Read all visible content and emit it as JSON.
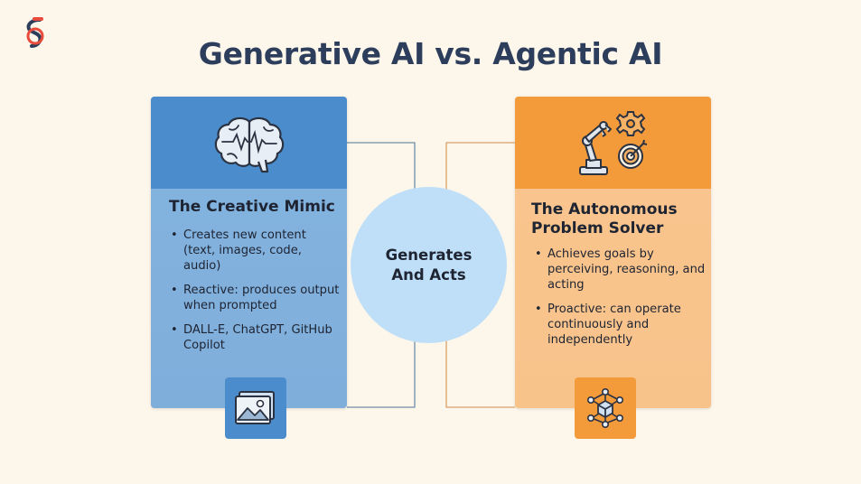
{
  "title": "Generative AI vs. Agentic AI",
  "center": {
    "label": "Generates\nAnd Acts"
  },
  "left_card": {
    "heading": "The Creative Mimic",
    "points": [
      "Creates new content (text, images, code, audio)",
      "Reactive: produces output when prompted",
      "DALL-E, ChatGPT, GitHub Copilot"
    ],
    "top_icon": "brain-icon",
    "badge_icon": "image-icon",
    "colors": {
      "top": "#4a8ccc",
      "body": "#82b2de"
    }
  },
  "right_card": {
    "heading": "The Autonomous Problem Solver",
    "points": [
      "Achieves goals by perceiving, reasoning, and acting",
      "Proactive: can operate continuously and independently"
    ],
    "top_icon": "robot-arm-gear-target-icon",
    "badge_icon": "network-cube-icon",
    "colors": {
      "top": "#f39a3a",
      "body": "#f9c48d"
    }
  },
  "colors": {
    "background": "#fdf6ea",
    "title": "#2d3e5c",
    "circle": "#bfdff8"
  }
}
